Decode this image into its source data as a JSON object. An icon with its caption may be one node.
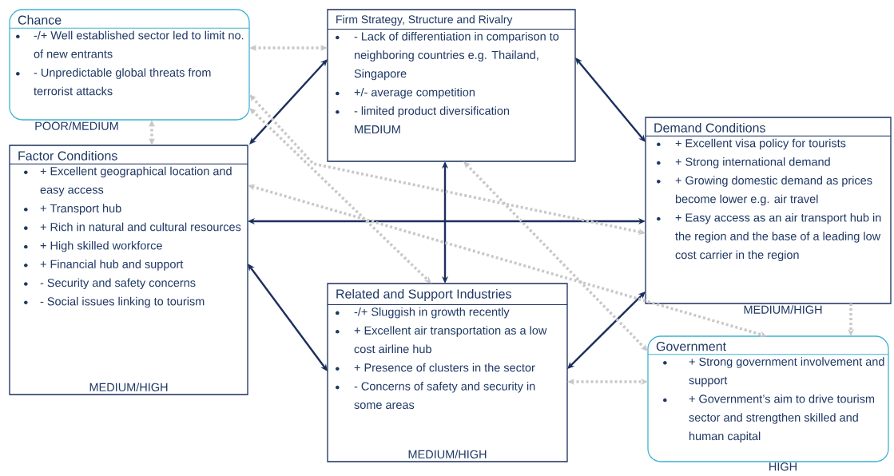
{
  "diagram": {
    "nodes": [
      {
        "text": [
          "Chance",
          "-/+ Well established sector led to limit no. of new entrants",
          "- Unpredictable global threats from terrorist attacks"
        ],
        "beside": [
          "POOR/MEDIUM"
        ]
      },
      {
        "text": [
          "Firm Strategy, Structure and Rivalry",
          "- Lack of differentiation in comparison to neighboring countries e.g. Thailand, Singapore",
          "+/- average competition",
          "- limited product diversification",
          "MEDIUM"
        ]
      },
      {
        "text": [
          "Factor Conditions",
          "+ Excellent geographical location and easy access",
          "+ Transport hub",
          "+ Rich in natural and cultural resources",
          "+ High skilled workforce",
          "+ Financial hub and support",
          "- Security and safety concerns",
          "- Social issues linking to tourism",
          "MEDIUM/HIGH"
        ]
      },
      {
        "text": [
          "Demand Conditions",
          "+ Excellent visa policy for tourists",
          "+ Strong international demand",
          "+ Growing domestic demand as prices become lower e.g. air travel",
          "+ Easy access as an air transport hub in the region and the base of a leading low cost carrier in the region"
        ],
        "beside": [
          "MEDIUM/HIGH"
        ]
      },
      {
        "text": [
          "Related and Support Industries",
          "-/+ Sluggish in growth recently",
          "+ Excellent air transportation as a low cost airline hub",
          "+ Presence of clusters in the sector",
          "- Concerns of safety and security in some areas",
          "MEDIUM/HIGH"
        ]
      },
      {
        "text": [
          "Government",
          "+ Strong government involvement and support",
          "+ Government’s aim to drive tourism sector and strengthen skilled and human capital"
        ],
        "beside": [
          "HIGH"
        ]
      }
    ],
    "edges": [
      {
        "from": 2,
        "to": 1,
        "arrow": "both",
        "color": "#1b2f5e"
      },
      {
        "from": 1,
        "to": 3,
        "arrow": "both",
        "color": "#1b2f5e"
      },
      {
        "from": 2,
        "to": 3,
        "arrow": "both",
        "color": "#1b2f5e"
      },
      {
        "from": 1,
        "to": 4,
        "arrow": "both",
        "color": "#1b2f5e"
      },
      {
        "from": 2,
        "to": 4,
        "arrow": "both",
        "color": "#1b2f5e"
      },
      {
        "from": 4,
        "to": 3,
        "arrow": "both",
        "color": "#1b2f5e"
      },
      {
        "from": 0,
        "to": 1,
        "arrow": "both",
        "style": "dashed"
      },
      {
        "from": 0,
        "to": 2,
        "arrow": "both",
        "style": "dashed"
      },
      {
        "from": 0,
        "to": 3,
        "arrow": "both",
        "style": "dashed"
      },
      {
        "from": 0,
        "to": 4,
        "arrow": "both",
        "style": "dashed"
      },
      {
        "from": 1,
        "to": 5,
        "arrow": "both",
        "style": "dashed"
      },
      {
        "from": 2,
        "to": 5,
        "arrow": "both",
        "style": "dashed"
      },
      {
        "from": 3,
        "to": 5,
        "arrow": "to",
        "style": "dashed"
      },
      {
        "from": 4,
        "to": 5,
        "arrow": "both",
        "style": "dashed"
      }
    ]
  }
}
